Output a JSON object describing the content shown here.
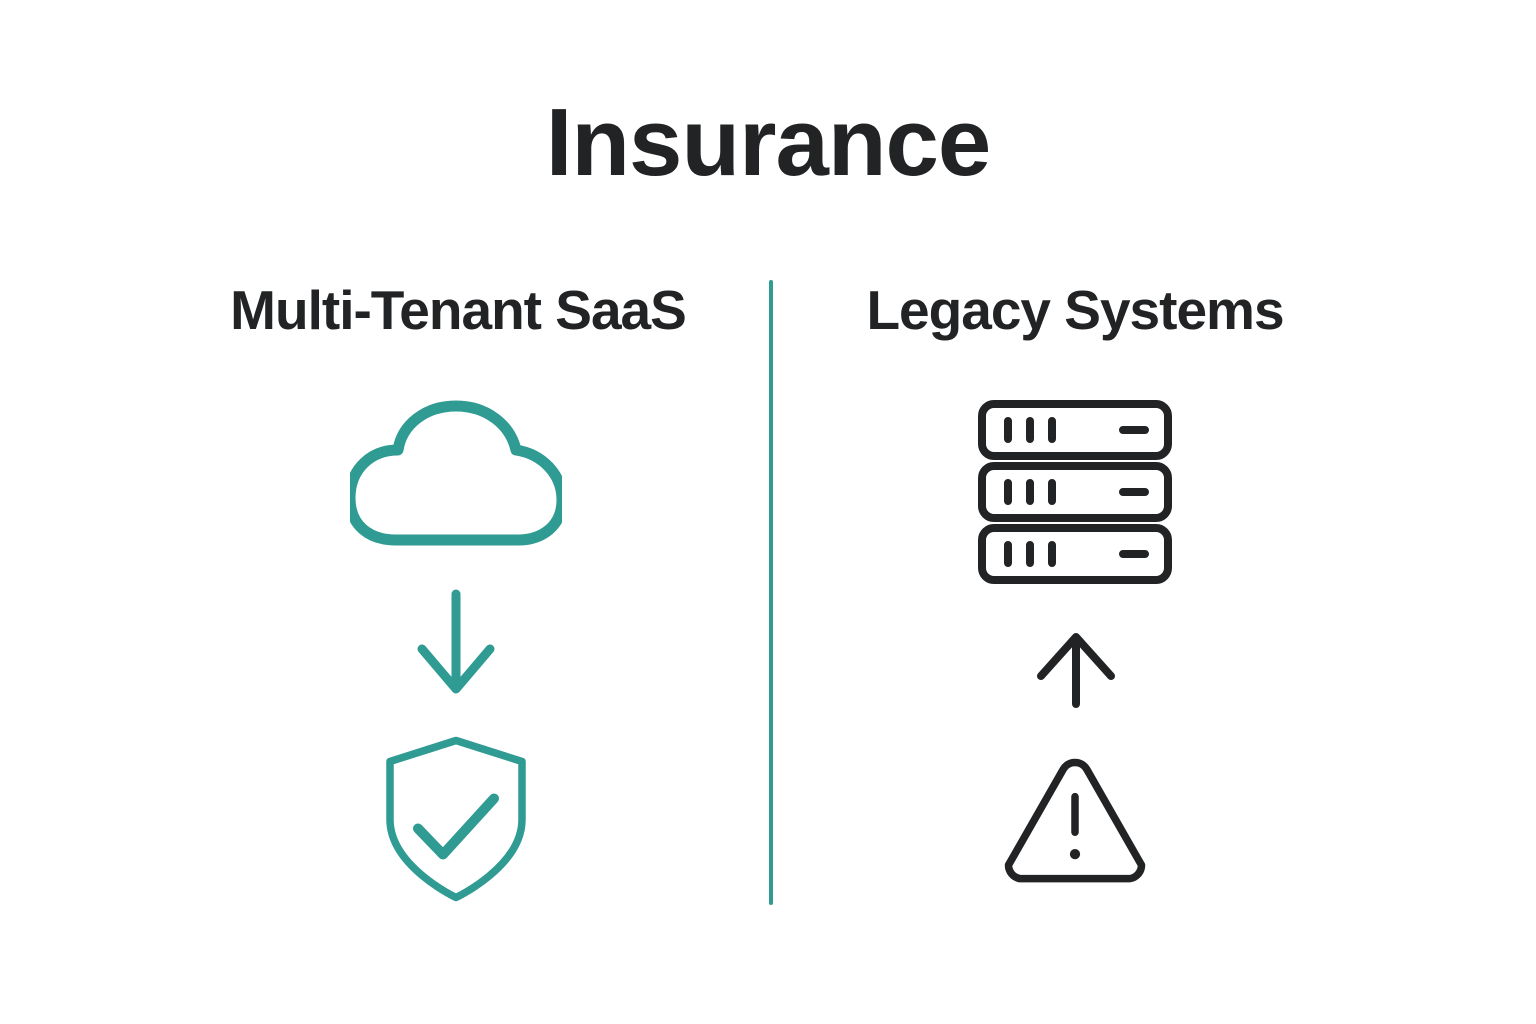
{
  "title": "Insurance",
  "columns": {
    "left": {
      "heading": "Multi-Tenant SaaS",
      "icons": [
        "cloud",
        "arrow-down",
        "shield-check"
      ]
    },
    "right": {
      "heading": "Legacy Systems",
      "icons": [
        "server-stack",
        "arrow-up",
        "alert-triangle"
      ]
    }
  },
  "colors": {
    "accent_teal": "#2f9b93",
    "ink": "#212325",
    "background": "#ffffff"
  }
}
